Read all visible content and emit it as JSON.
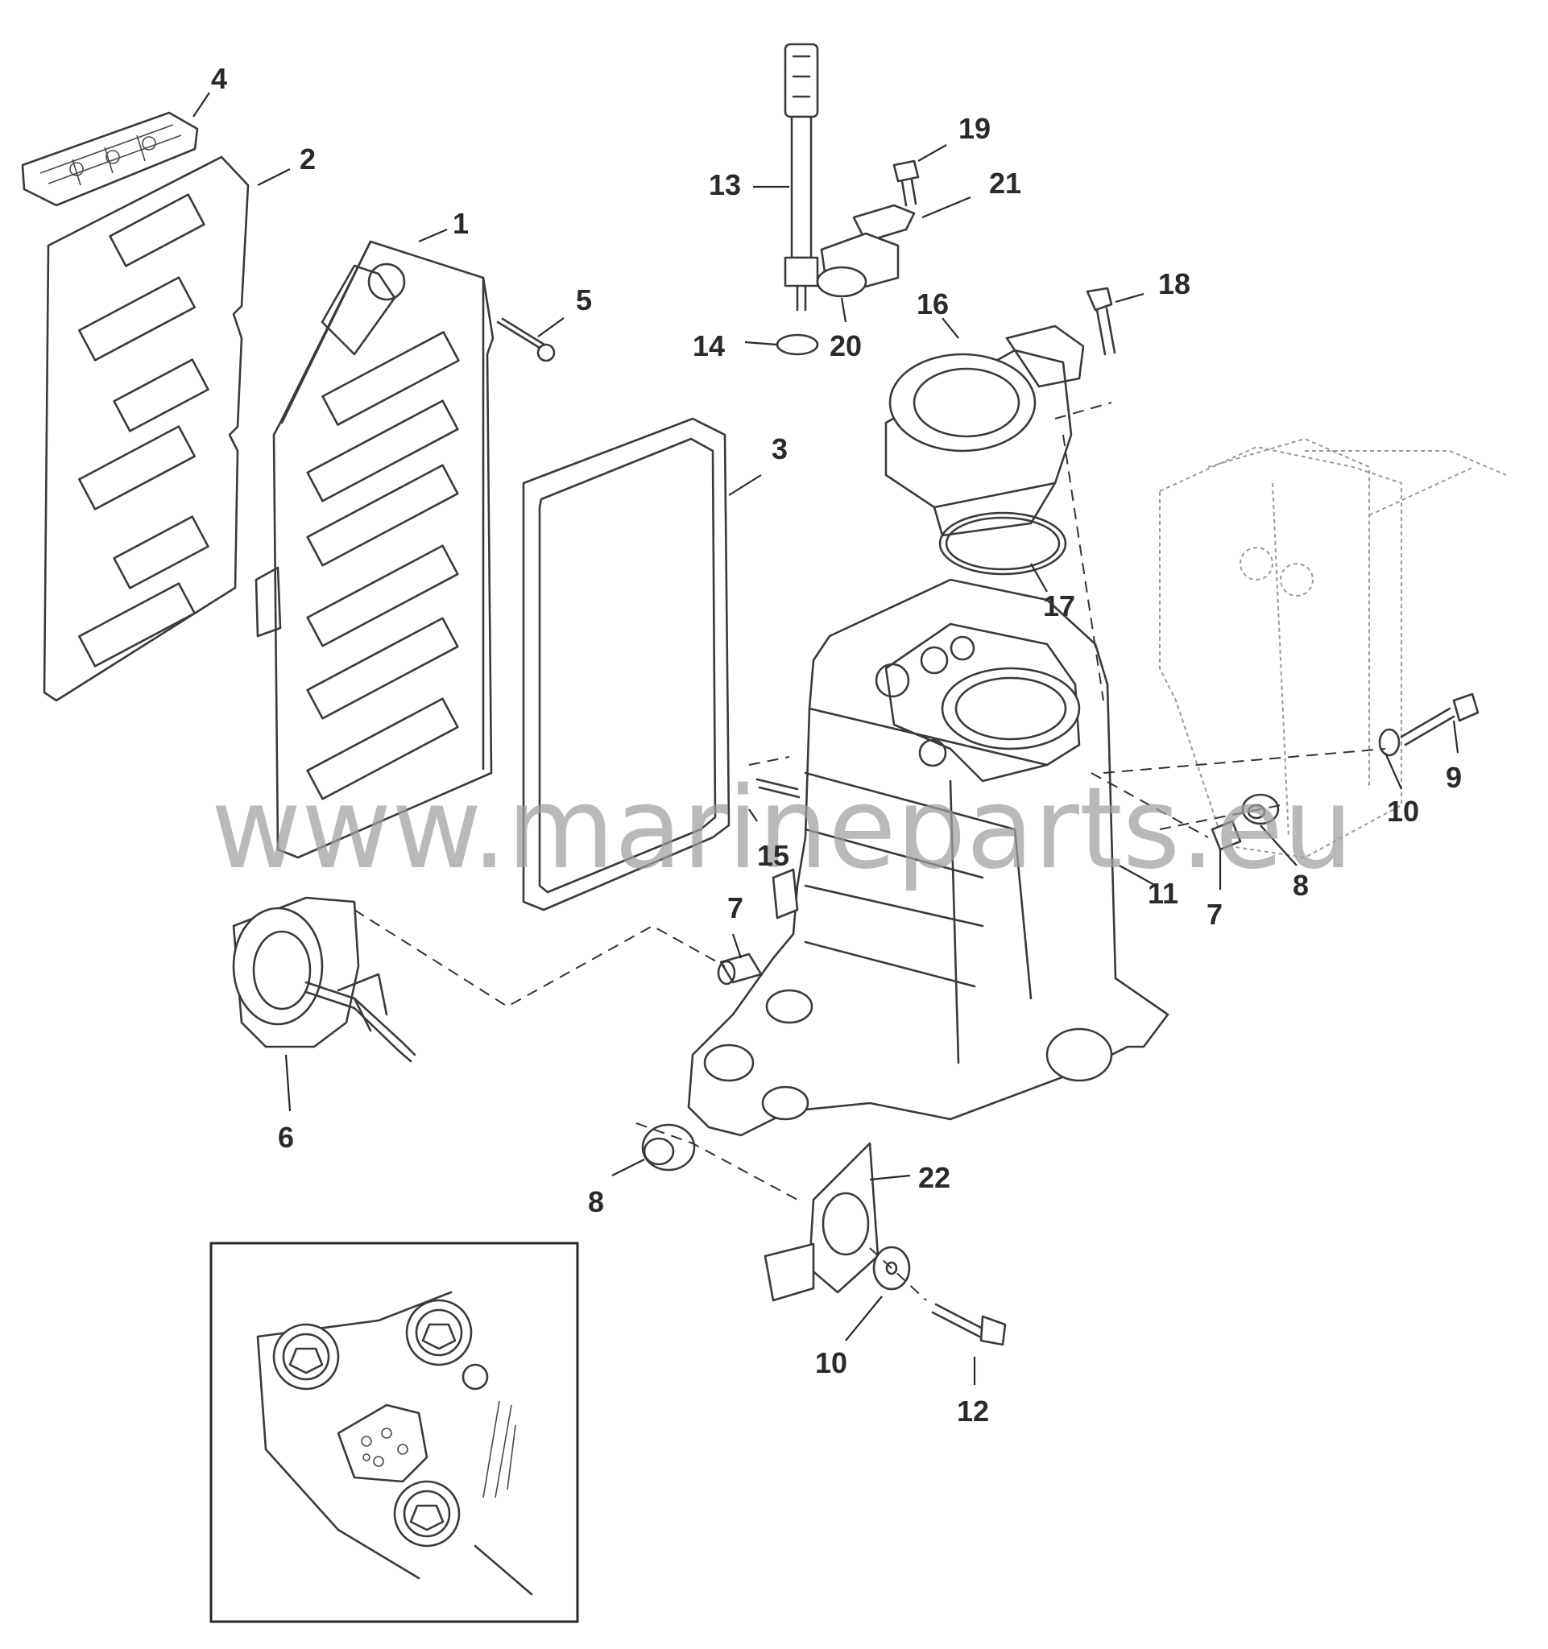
{
  "diagram": {
    "watermark": "www.marineparts.eu",
    "callouts": [
      {
        "id": "c4",
        "label": "4"
      },
      {
        "id": "c2",
        "label": "2"
      },
      {
        "id": "c1",
        "label": "1"
      },
      {
        "id": "c5",
        "label": "5"
      },
      {
        "id": "c3",
        "label": "3"
      },
      {
        "id": "c13",
        "label": "13"
      },
      {
        "id": "c19",
        "label": "19"
      },
      {
        "id": "c21",
        "label": "21"
      },
      {
        "id": "c18",
        "label": "18"
      },
      {
        "id": "c16",
        "label": "16"
      },
      {
        "id": "c14",
        "label": "14"
      },
      {
        "id": "c20",
        "label": "20"
      },
      {
        "id": "c17",
        "label": "17"
      },
      {
        "id": "c9",
        "label": "9"
      },
      {
        "id": "c10a",
        "label": "10"
      },
      {
        "id": "c8a",
        "label": "8"
      },
      {
        "id": "c7a",
        "label": "7"
      },
      {
        "id": "c11",
        "label": "11"
      },
      {
        "id": "c15",
        "label": "15"
      },
      {
        "id": "c7b",
        "label": "7"
      },
      {
        "id": "c6",
        "label": "6"
      },
      {
        "id": "c22",
        "label": "22"
      },
      {
        "id": "c8b",
        "label": "8"
      },
      {
        "id": "c10b",
        "label": "10"
      },
      {
        "id": "c12",
        "label": "12"
      }
    ]
  }
}
